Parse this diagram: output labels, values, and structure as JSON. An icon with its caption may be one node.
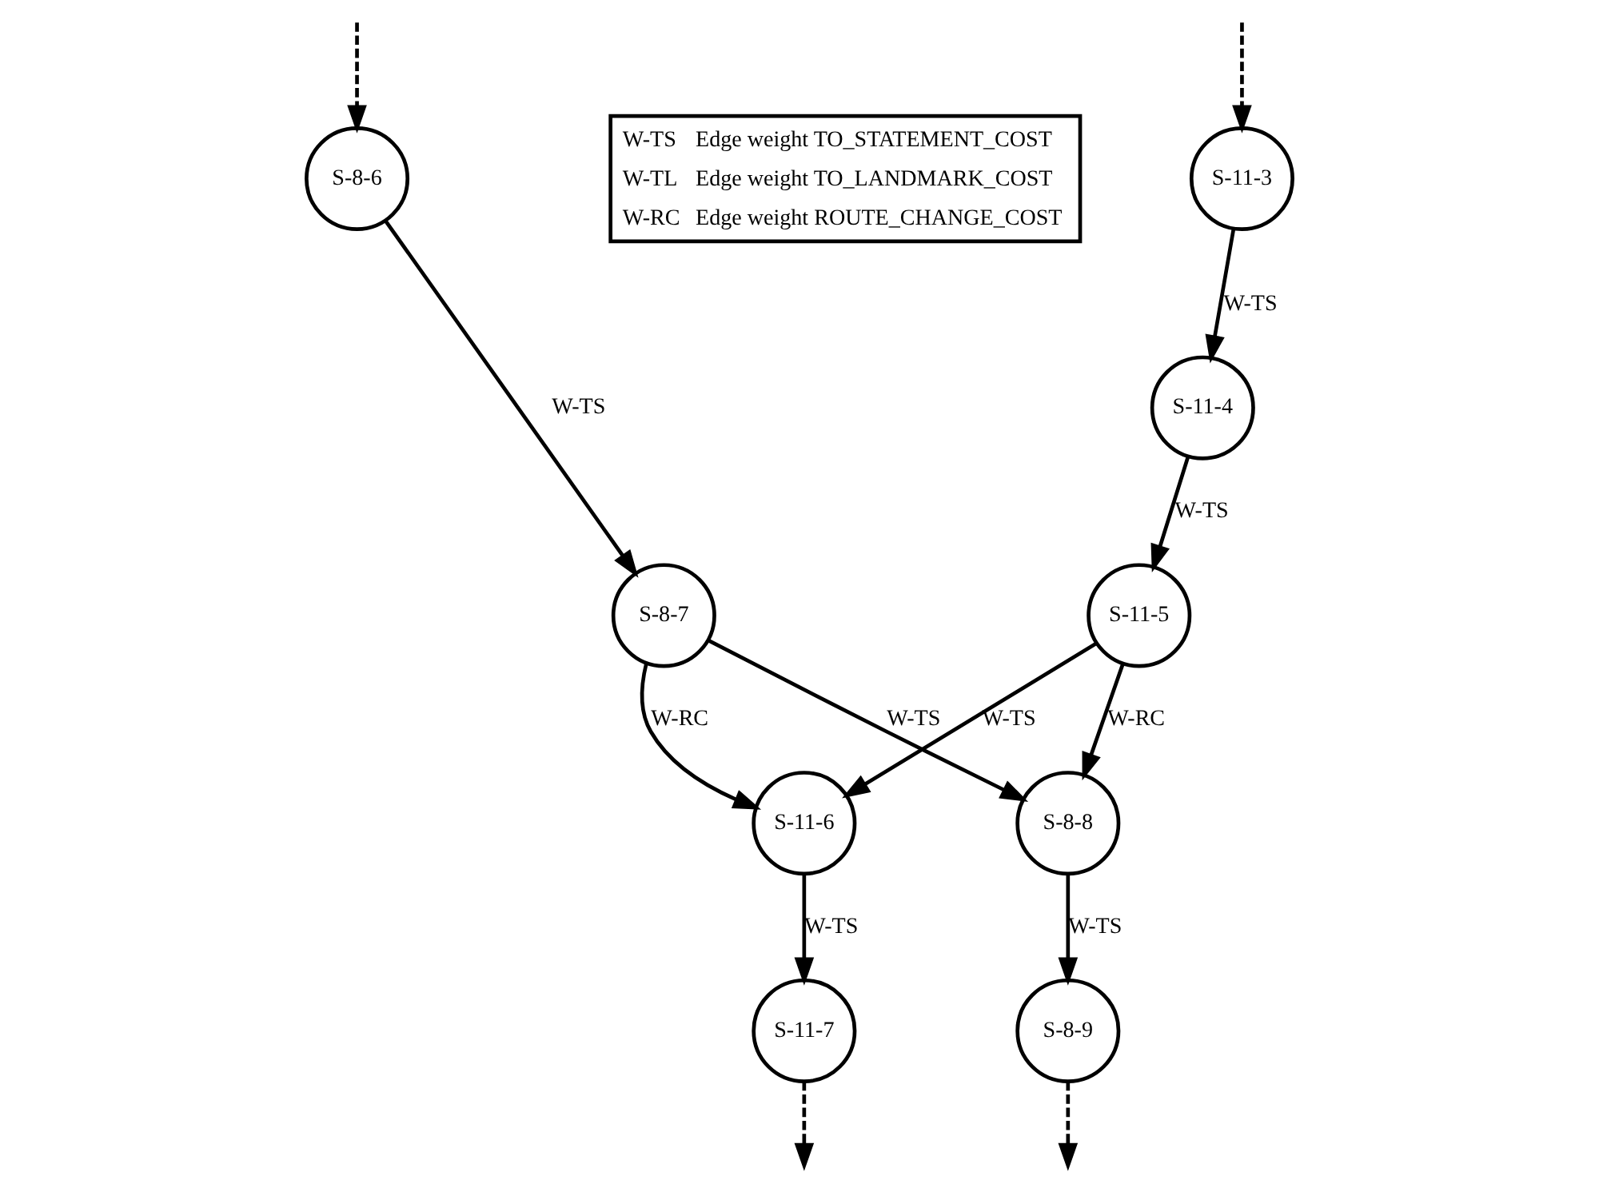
{
  "diagram": {
    "nodes": [
      {
        "text": [
          "S-11-3"
        ]
      },
      {
        "text": [
          "S-8-6"
        ]
      },
      {
        "text": [
          "S-8-7"
        ]
      },
      {
        "text": [
          "S-11-4"
        ]
      },
      {
        "text": [
          "S-11-5"
        ]
      },
      {
        "text": [
          "S-11-6"
        ]
      },
      {
        "text": [
          "S-11-7"
        ]
      },
      {
        "text": [
          "S-8-8"
        ]
      },
      {
        "text": [
          "S-8-9"
        ]
      }
    ],
    "edges": [
      {
        "from": null,
        "to": 0,
        "arrow": "to",
        "style": "dashed"
      },
      {
        "from": null,
        "to": 1,
        "arrow": "to",
        "style": "dashed"
      },
      {
        "from": 0,
        "to": 3,
        "arrow": "to",
        "label": "W-TS"
      },
      {
        "from": 1,
        "to": 2,
        "arrow": "to",
        "label": "W-TS"
      },
      {
        "from": 2,
        "to": 5,
        "arrow": "to",
        "label": "W-RC"
      },
      {
        "from": 2,
        "to": 7,
        "arrow": "to",
        "label": "W-TS"
      },
      {
        "from": 3,
        "to": 4,
        "arrow": "to",
        "label": "W-TS"
      },
      {
        "from": 4,
        "to": 5,
        "arrow": "to",
        "label": "W-TS"
      },
      {
        "from": 5,
        "to": 6,
        "arrow": "to",
        "label": "W-TS"
      },
      {
        "from": 6,
        "to": null,
        "arrow": "to",
        "style": "dashed"
      },
      {
        "from": 4,
        "to": 7,
        "arrow": "to",
        "label": "W-RC"
      },
      {
        "from": 7,
        "to": 8,
        "arrow": "to",
        "label": "W-TS"
      },
      {
        "from": 8,
        "to": null,
        "arrow": "to",
        "style": "dashed"
      }
    ],
    "labels": [
      "W-TS",
      "Edge weight TO_STATEMENT_COST",
      "W-TL",
      "Edge weight TO_LANDMARK_COST",
      "W-RC",
      "Edge weight ROUTE_CHANGE_COST"
    ]
  }
}
